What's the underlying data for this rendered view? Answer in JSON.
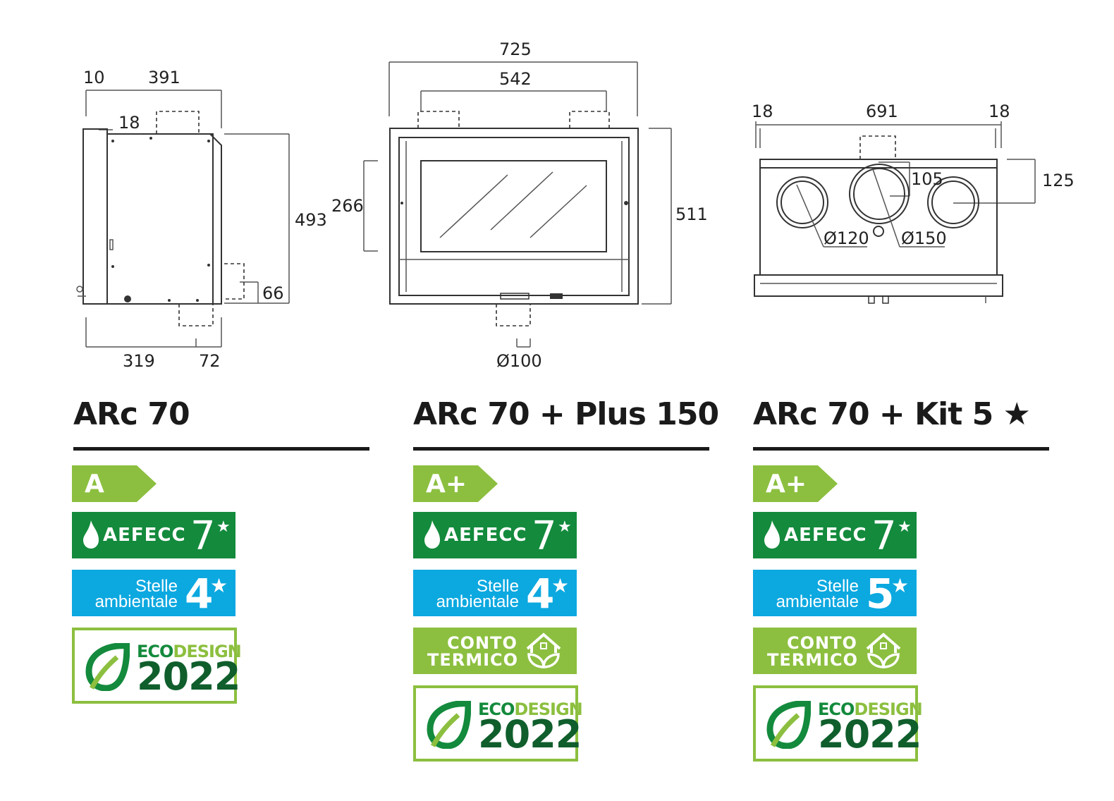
{
  "diagram1": {
    "dims": [
      "10",
      "391",
      "18",
      "493",
      "66",
      "319",
      "72"
    ]
  },
  "diagram2": {
    "dims": [
      "725",
      "542",
      "266",
      "511",
      "Ø100"
    ]
  },
  "diagram3": {
    "dims": [
      "18",
      "691",
      "18",
      "105",
      "125",
      "Ø120",
      "Ø150"
    ]
  },
  "products": [
    {
      "title": "ARc 70",
      "energy_class": "A",
      "aefecc_label": "AEFECC",
      "aefecc_value": "7",
      "stelle_line1": "Stelle",
      "stelle_line2": "ambientale",
      "stelle_value": "4",
      "eco_word1": "ECO",
      "eco_word2": "DESIGN",
      "eco_year": "2022"
    },
    {
      "title": "ARc 70 + Plus 150",
      "energy_class": "A+",
      "aefecc_label": "AEFECC",
      "aefecc_value": "7",
      "stelle_line1": "Stelle",
      "stelle_line2": "ambientale",
      "stelle_value": "4",
      "conto_line1": "CONTO",
      "conto_line2": "TERMICO",
      "eco_word1": "ECO",
      "eco_word2": "DESIGN",
      "eco_year": "2022"
    },
    {
      "title": "ARc 70 + Kit 5 ★",
      "energy_class": "A+",
      "aefecc_label": "AEFECC",
      "aefecc_value": "7",
      "stelle_line1": "Stelle",
      "stelle_line2": "ambientale",
      "stelle_value": "5",
      "conto_line1": "CONTO",
      "conto_line2": "TERMICO",
      "eco_word1": "ECO",
      "eco_word2": "DESIGN",
      "eco_year": "2022"
    }
  ],
  "colors": {
    "class_green": "#8cbf3f",
    "aefecc_green": "#138a3c",
    "stelle_blue": "#0ca8e0",
    "conto_green": "#8cbf3f",
    "eco_dark": "#0f5e2c"
  }
}
